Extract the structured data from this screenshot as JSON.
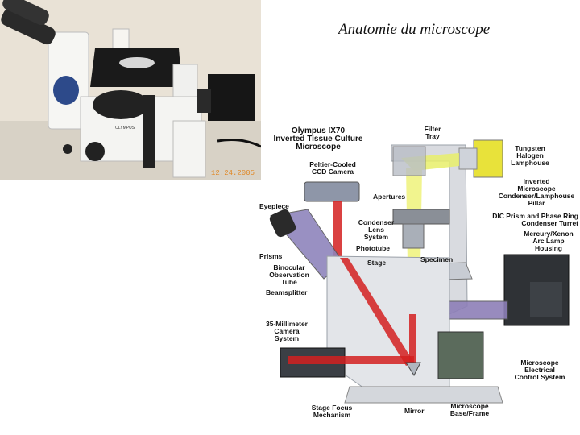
{
  "title": "Anatomie du microscope",
  "photo": {
    "date_stamp": "12.24.2005",
    "brand": "OLYMPUS"
  },
  "diagram": {
    "heading": "Olympus IX70\nInverted Tissue Culture\nMicroscope",
    "labels": {
      "filter_tray": "Filter\nTray",
      "tungsten_lamphouse": "Tungsten\nHalogen\nLamphouse",
      "peltier_camera": "Peltier-Cooled\nCCD Camera",
      "pillar": "Inverted\nMicroscope\nCondenser/Lamphouse\nPillar",
      "apertures": "Apertures",
      "eyepiece": "Eyepiece",
      "dic_prism": "DIC Prism and Phase Ring\nCondenser Turret",
      "condenser_lens": "Condenser\nLens\nSystem",
      "mercury_xenon": "Mercury/Xenon\nArc Lamp\nHousing",
      "phototube": "Phototube",
      "prisms": "Prisms",
      "specimen": "Specimen",
      "stage": "Stage",
      "binocular": "Binocular\nObservation\nTube",
      "beamsplitter": "Beamsplitter",
      "camera_35mm": "35-Millimeter\nCamera\nSystem",
      "electrical": "Microscope\nElectrical\nControl System",
      "stage_focus": "Stage Focus\nMechanism",
      "mirror": "Mirror",
      "base_frame": "Microscope\nBase/Frame"
    }
  }
}
